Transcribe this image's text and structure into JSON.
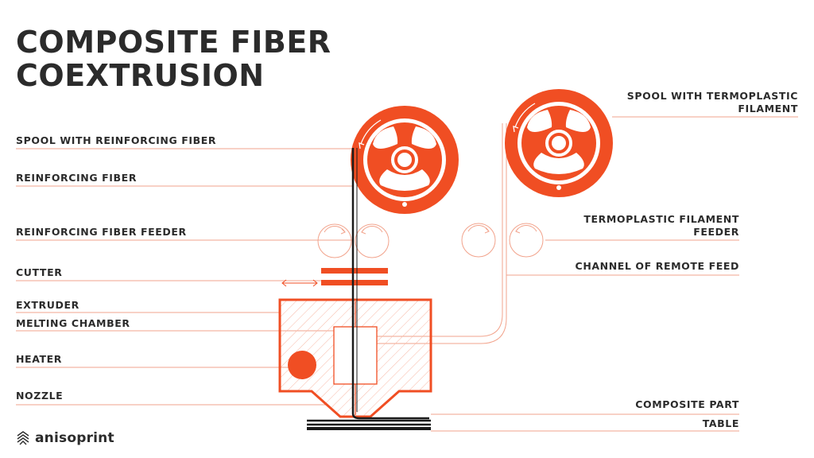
{
  "title": {
    "line1": "COMPOSITE FIBER",
    "line2": "COEXTRUSION"
  },
  "labels_left": {
    "spool_fiber": "SPOOL WITH REINFORCING FIBER",
    "reinforcing_fiber": "REINFORCING FIBER",
    "fiber_feeder": "REINFORCING FIBER  FEEDER",
    "cutter": "CUTTER",
    "extruder": "EXTRUDER",
    "melting_chamber": "MELTING CHAMBER",
    "heater": "HEATER",
    "nozzle": "NOZZLE"
  },
  "labels_right": {
    "spool_thermo_line1": "SPOOL WITH TERMOPLASTIC",
    "spool_thermo_line2": "FILAMENT",
    "filament_feeder_line1": "TERMOPLASTIC FILAMENT",
    "filament_feeder_line2": "FEEDER",
    "remote_feed": "CHANNEL OF REMOTE FEED",
    "composite_part": "COMPOSITE PART",
    "table": "TABLE"
  },
  "logo": {
    "text": "anisoprint",
    "icon": "anisoprint-logo-icon"
  },
  "colors": {
    "accent": "#f04e23",
    "line": "#f2a38c",
    "text": "#2b2b2b",
    "fiber": "#1a1a1a"
  }
}
